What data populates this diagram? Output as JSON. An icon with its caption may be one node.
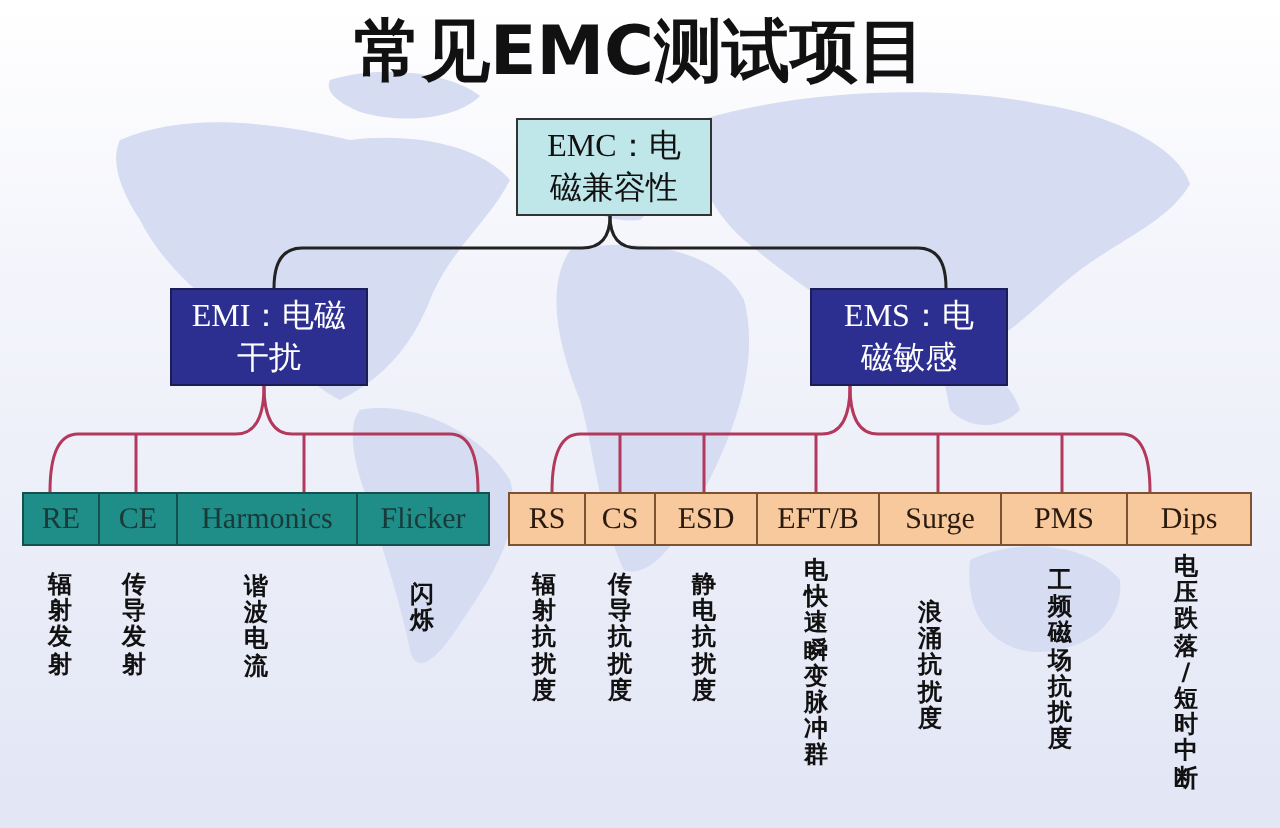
{
  "diagram": {
    "title": "常见EMC测试项目",
    "nodes": [
      {
        "text": [
          "EMC：电磁兼容性"
        ]
      },
      {
        "text": [
          "EMI：电磁干扰"
        ]
      },
      {
        "text": [
          "EMS：电磁敏感"
        ]
      },
      {
        "text": [
          "RE"
        ],
        "beside": [
          "辐射发射"
        ]
      },
      {
        "text": [
          "CE"
        ],
        "beside": [
          "传导发射"
        ]
      },
      {
        "text": [
          "Harmonics"
        ],
        "beside": [
          "谐波电流"
        ]
      },
      {
        "text": [
          "Flicker"
        ],
        "beside": [
          "闪烁"
        ]
      },
      {
        "text": [
          "RS"
        ],
        "beside": [
          "辐射抗扰度"
        ]
      },
      {
        "text": [
          "CS"
        ],
        "beside": [
          "传导抗扰度"
        ]
      },
      {
        "text": [
          "ESD"
        ],
        "beside": [
          "静电抗扰度"
        ]
      },
      {
        "text": [
          "EFT/B"
        ],
        "beside": [
          "电快速瞬变脉冲群"
        ]
      },
      {
        "text": [
          "Surge"
        ],
        "beside": [
          "浪涌抗扰度"
        ]
      },
      {
        "text": [
          "PMS"
        ],
        "beside": [
          "工频磁场抗扰度"
        ]
      },
      {
        "text": [
          "Dips"
        ],
        "beside": [
          "电压跌落/短时中断"
        ]
      }
    ],
    "edges": [
      {
        "from": 0,
        "to": 1,
        "arrow": "none",
        "color": "#222222"
      },
      {
        "from": 0,
        "to": 2,
        "arrow": "none",
        "color": "#222222"
      },
      {
        "from": 1,
        "to": 3,
        "arrow": "none"
      },
      {
        "from": 1,
        "to": 4,
        "arrow": "none"
      },
      {
        "from": 1,
        "to": 5,
        "arrow": "none"
      },
      {
        "from": 1,
        "to": 6,
        "arrow": "none"
      },
      {
        "from": 2,
        "to": 7,
        "arrow": "none"
      },
      {
        "from": 2,
        "to": 8,
        "arrow": "none"
      },
      {
        "from": 2,
        "to": 9,
        "arrow": "none"
      },
      {
        "from": 2,
        "to": 10,
        "arrow": "none"
      },
      {
        "from": 2,
        "to": 11,
        "arrow": "none"
      },
      {
        "from": 2,
        "to": 12,
        "arrow": "none"
      },
      {
        "from": 2,
        "to": 13,
        "arrow": "none"
      }
    ]
  }
}
